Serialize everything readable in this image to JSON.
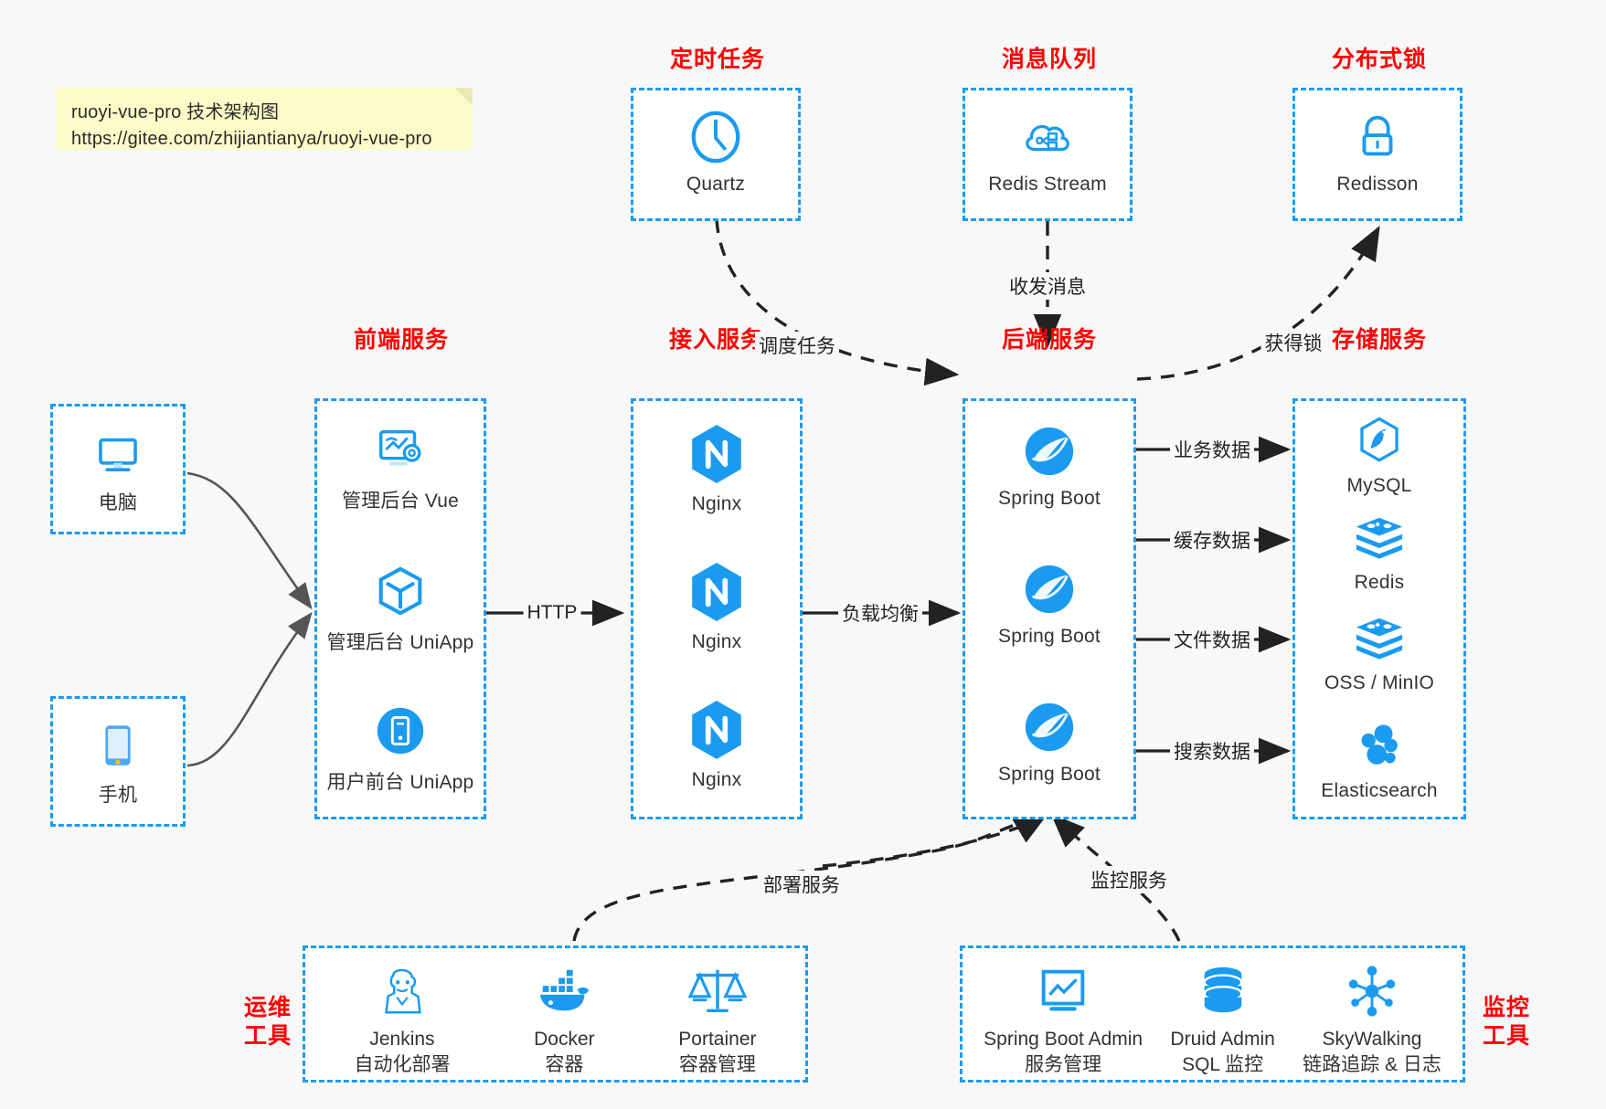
{
  "note": {
    "line1": "ruoyi-vue-pro 技术架构图",
    "line2": "https://gitee.com/zhijiantianya/ruoyi-vue-pro"
  },
  "colors": {
    "accent": "#1a9bf0",
    "title": "#ff0000",
    "background": "#f8f8f9",
    "note_bg": "#fdfbc8",
    "arrow": "#222222",
    "client_arrow": "#555555"
  },
  "groups": {
    "scheduler": {
      "title": "定时任务",
      "nodes": [
        {
          "label": "Quartz",
          "icon": "clock-icon"
        }
      ]
    },
    "mq": {
      "title": "消息队列",
      "nodes": [
        {
          "label": "Redis Stream",
          "icon": "cloud-stream-icon"
        }
      ]
    },
    "lock": {
      "title": "分布式锁",
      "nodes": [
        {
          "label": "Redisson",
          "icon": "lock-icon"
        }
      ]
    },
    "clients": {
      "nodes": [
        {
          "label": "电脑",
          "icon": "desktop-icon"
        },
        {
          "label": "手机",
          "icon": "mobile-icon"
        }
      ]
    },
    "frontend": {
      "title": "前端服务",
      "nodes": [
        {
          "label": "管理后台 Vue",
          "icon": "dashboard-gear-icon"
        },
        {
          "label": "管理后台 UniApp",
          "icon": "cube-icon"
        },
        {
          "label": "用户前台 UniApp",
          "icon": "mobile-round-icon"
        }
      ]
    },
    "gateway": {
      "title": "接入服务",
      "nodes": [
        {
          "label": "Nginx",
          "icon": "nginx-icon"
        },
        {
          "label": "Nginx",
          "icon": "nginx-icon"
        },
        {
          "label": "Nginx",
          "icon": "nginx-icon"
        }
      ]
    },
    "backend": {
      "title": "后端服务",
      "nodes": [
        {
          "label": "Spring Boot",
          "icon": "spring-boot-icon"
        },
        {
          "label": "Spring Boot",
          "icon": "spring-boot-icon"
        },
        {
          "label": "Spring Boot",
          "icon": "spring-boot-icon"
        }
      ]
    },
    "storage": {
      "title": "存储服务",
      "nodes": [
        {
          "label": "MySQL",
          "icon": "mysql-icon"
        },
        {
          "label": "Redis",
          "icon": "redis-icon"
        },
        {
          "label": "OSS / MinIO",
          "icon": "redis-icon"
        },
        {
          "label": "Elasticsearch",
          "icon": "elasticsearch-icon"
        }
      ]
    },
    "devops": {
      "title_line1": "运维",
      "title_line2": "工具",
      "nodes": [
        {
          "label": "Jenkins",
          "sub": "自动化部署",
          "icon": "jenkins-icon"
        },
        {
          "label": "Docker",
          "sub": "容器",
          "icon": "docker-icon"
        },
        {
          "label": "Portainer",
          "sub": "容器管理",
          "icon": "scales-icon"
        }
      ]
    },
    "monitor": {
      "title_line1": "监控",
      "title_line2": "工具",
      "nodes": [
        {
          "label": "Spring Boot Admin",
          "sub": "服务管理",
          "icon": "monitor-chart-icon"
        },
        {
          "label": "Druid Admin",
          "sub": "SQL 监控",
          "icon": "database-icon"
        },
        {
          "label": "SkyWalking",
          "sub": "链路追踪 & 日志",
          "icon": "skywalking-icon"
        }
      ]
    }
  },
  "edges": [
    {
      "label": "调度任务",
      "from": "scheduler",
      "to": "backend",
      "style": "dashed"
    },
    {
      "label": "收发消息",
      "from": "mq",
      "to": "backend",
      "style": "dashed"
    },
    {
      "label": "获得锁",
      "from": "backend",
      "to": "lock",
      "style": "dashed"
    },
    {
      "label": "HTTP",
      "from": "frontend",
      "to": "gateway",
      "style": "solid"
    },
    {
      "label": "负载均衡",
      "from": "gateway",
      "to": "backend",
      "style": "solid"
    },
    {
      "label": "业务数据",
      "from": "backend",
      "to": "mysql",
      "style": "solid"
    },
    {
      "label": "缓存数据",
      "from": "backend",
      "to": "redis",
      "style": "solid"
    },
    {
      "label": "文件数据",
      "from": "backend",
      "to": "oss",
      "style": "solid"
    },
    {
      "label": "搜索数据",
      "from": "backend",
      "to": "elasticsearch",
      "style": "solid"
    },
    {
      "label": "部署服务",
      "from": "devops",
      "to": "backend",
      "style": "dashed"
    },
    {
      "label": "监控服务",
      "from": "monitor",
      "to": "backend",
      "style": "dashed"
    }
  ]
}
